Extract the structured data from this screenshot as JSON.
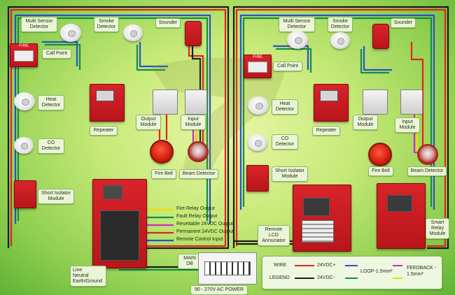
{
  "labels": {
    "left": {
      "multi_sensor": "Multi Sensor Detector",
      "smoke": "Smoke Detector",
      "sounder": "Sounder",
      "call_point": "Call Point",
      "heat": "Heat Detector",
      "co": "CO Detector",
      "short_isolator": "Short Isolator Module",
      "repeater": "Repeater",
      "output_module": "Output Module",
      "input_module": "Input Module",
      "fire_bell": "Fire Bell",
      "beam_detector": "Beam Detector"
    },
    "right": {
      "multi_sensor": "Multi Sensor Detector",
      "smoke": "Smoke Detector",
      "sounder": "Sounder",
      "call_point": "Call Point",
      "heat": "Heat Detector",
      "co": "CO Detector",
      "short_isolator": "Short Isolator Module",
      "repeater": "Repeater",
      "output_module": "Output Module",
      "input_module": "Input Module",
      "fire_bell": "Fire Bell",
      "beam_detector": "Beam Detector",
      "smart_relay": "Smart Relay Module",
      "remote_lcd": "Remote LCD Annuciator"
    },
    "main_db": "MAIN DB",
    "ac_power": "90 - 270V AC POWER",
    "line_neutral": "Line\nNeutral\nEarth/Ground"
  },
  "signals": [
    "Fire Relay Output",
    "Fault Relay Output",
    "Resettable 24VDC Output",
    "Permanent 24VDC Output",
    "Remote Control Input"
  ],
  "legend": {
    "wire": "WIRE",
    "legend": "LEGEND",
    "plus": "24VDC+",
    "minus": "24VDC-",
    "loop": "LOOP-1.5mm²",
    "feedback": "FEEDBACK -",
    "feedback2": "1.5mm²"
  },
  "device_text": {
    "call_point_fire": "FIRE"
  },
  "colors": {
    "red_wire": "#e0251b",
    "black_wire": "#1a1a1a",
    "blue_wire": "#2a4fd0",
    "green_wire": "#0f8f4a",
    "magenta_wire": "#c42ec4",
    "yellow_wire": "#e8e000"
  }
}
